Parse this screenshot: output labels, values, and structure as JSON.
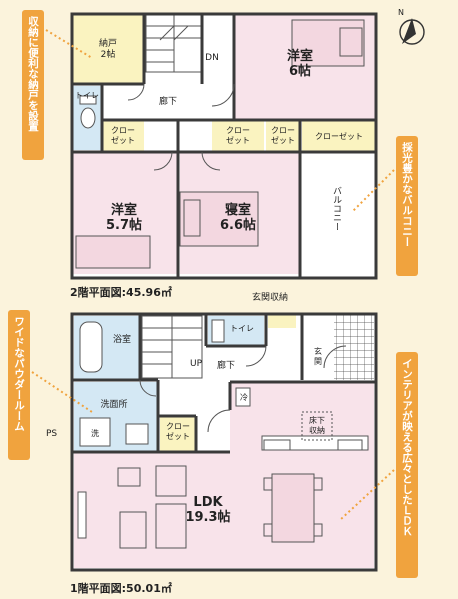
{
  "floor2": {
    "caption": "2階平面図:45.96㎡",
    "rooms": {
      "nando": [
        "納戸",
        "2帖"
      ],
      "dn": "DN",
      "western_large": [
        "洋室",
        "6帖"
      ],
      "toilet": "トイレ",
      "corridor": "廊下",
      "closet1": [
        "クロー",
        "ゼット"
      ],
      "closet2": [
        "クロー",
        "ゼット"
      ],
      "closet3": [
        "クロー",
        "ゼット"
      ],
      "closet_wide": "クローゼット",
      "western_small": [
        "洋室",
        "5.7帖"
      ],
      "bedroom": [
        "寝室",
        "6.6帖"
      ],
      "balcony": "バルコニー"
    }
  },
  "floor1": {
    "caption": "1階平面図:50.01㎡",
    "rooms": {
      "entrance_storage": "玄関収納",
      "bath": "浴室",
      "toilet": "トイレ",
      "up": "UP",
      "corridor": "廊下",
      "genkan": [
        "玄",
        "関"
      ],
      "washroom": "洗面所",
      "fridge": "冷",
      "wash": "洗",
      "closet": [
        "クロー",
        "ゼット"
      ],
      "underfloor": [
        "床下",
        "収納"
      ],
      "ldk": [
        "LDK",
        "19.3帖"
      ],
      "ps": "PS"
    }
  },
  "callouts": {
    "storage": "収納に便利な納戸を設置",
    "balcony": "採光豊かなバルコニー",
    "powder": "ワイドなパウダールーム",
    "interior": "インテリアが映える広々としたＬＤＫ"
  },
  "compass": "N",
  "colors": {
    "background": "#fbf3dc",
    "room_pink": "#f8e3ea",
    "wet_blue": "#d4e8f4",
    "closet_yellow": "#faf3c0",
    "callout_orange": "#f0a33e"
  }
}
